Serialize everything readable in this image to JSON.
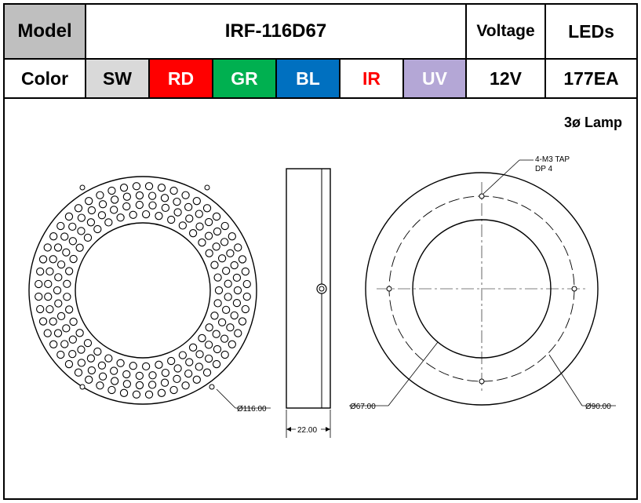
{
  "table": {
    "model_label": "Model",
    "model_value": "IRF-116D67",
    "voltage_label": "Voltage",
    "leds_label": "LEDs",
    "color_label": "Color",
    "colors": [
      {
        "code": "SW",
        "bg": "#d9d9d9",
        "fg": "#000000"
      },
      {
        "code": "RD",
        "bg": "#ff0000",
        "fg": "#ffffff"
      },
      {
        "code": "GR",
        "bg": "#00b050",
        "fg": "#ffffff"
      },
      {
        "code": "BL",
        "bg": "#0070c0",
        "fg": "#ffffff"
      },
      {
        "code": "IR",
        "bg": "#ffffff",
        "fg": "#ff0000"
      },
      {
        "code": "UV",
        "bg": "#b4a7d6",
        "fg": "#ffffff"
      }
    ],
    "voltage_value": "12V",
    "leds_value": "177EA"
  },
  "drawing": {
    "lamp_label": "3ø Lamp",
    "outer_diameter": "Ø116.00",
    "thickness": "22.00",
    "inner_diameter": "Ø67.00",
    "pcd_diameter": "Ø90.00",
    "tap_note_line1": "4-M3 TAP",
    "tap_note_line2": "DP 4",
    "led_count": 177
  }
}
